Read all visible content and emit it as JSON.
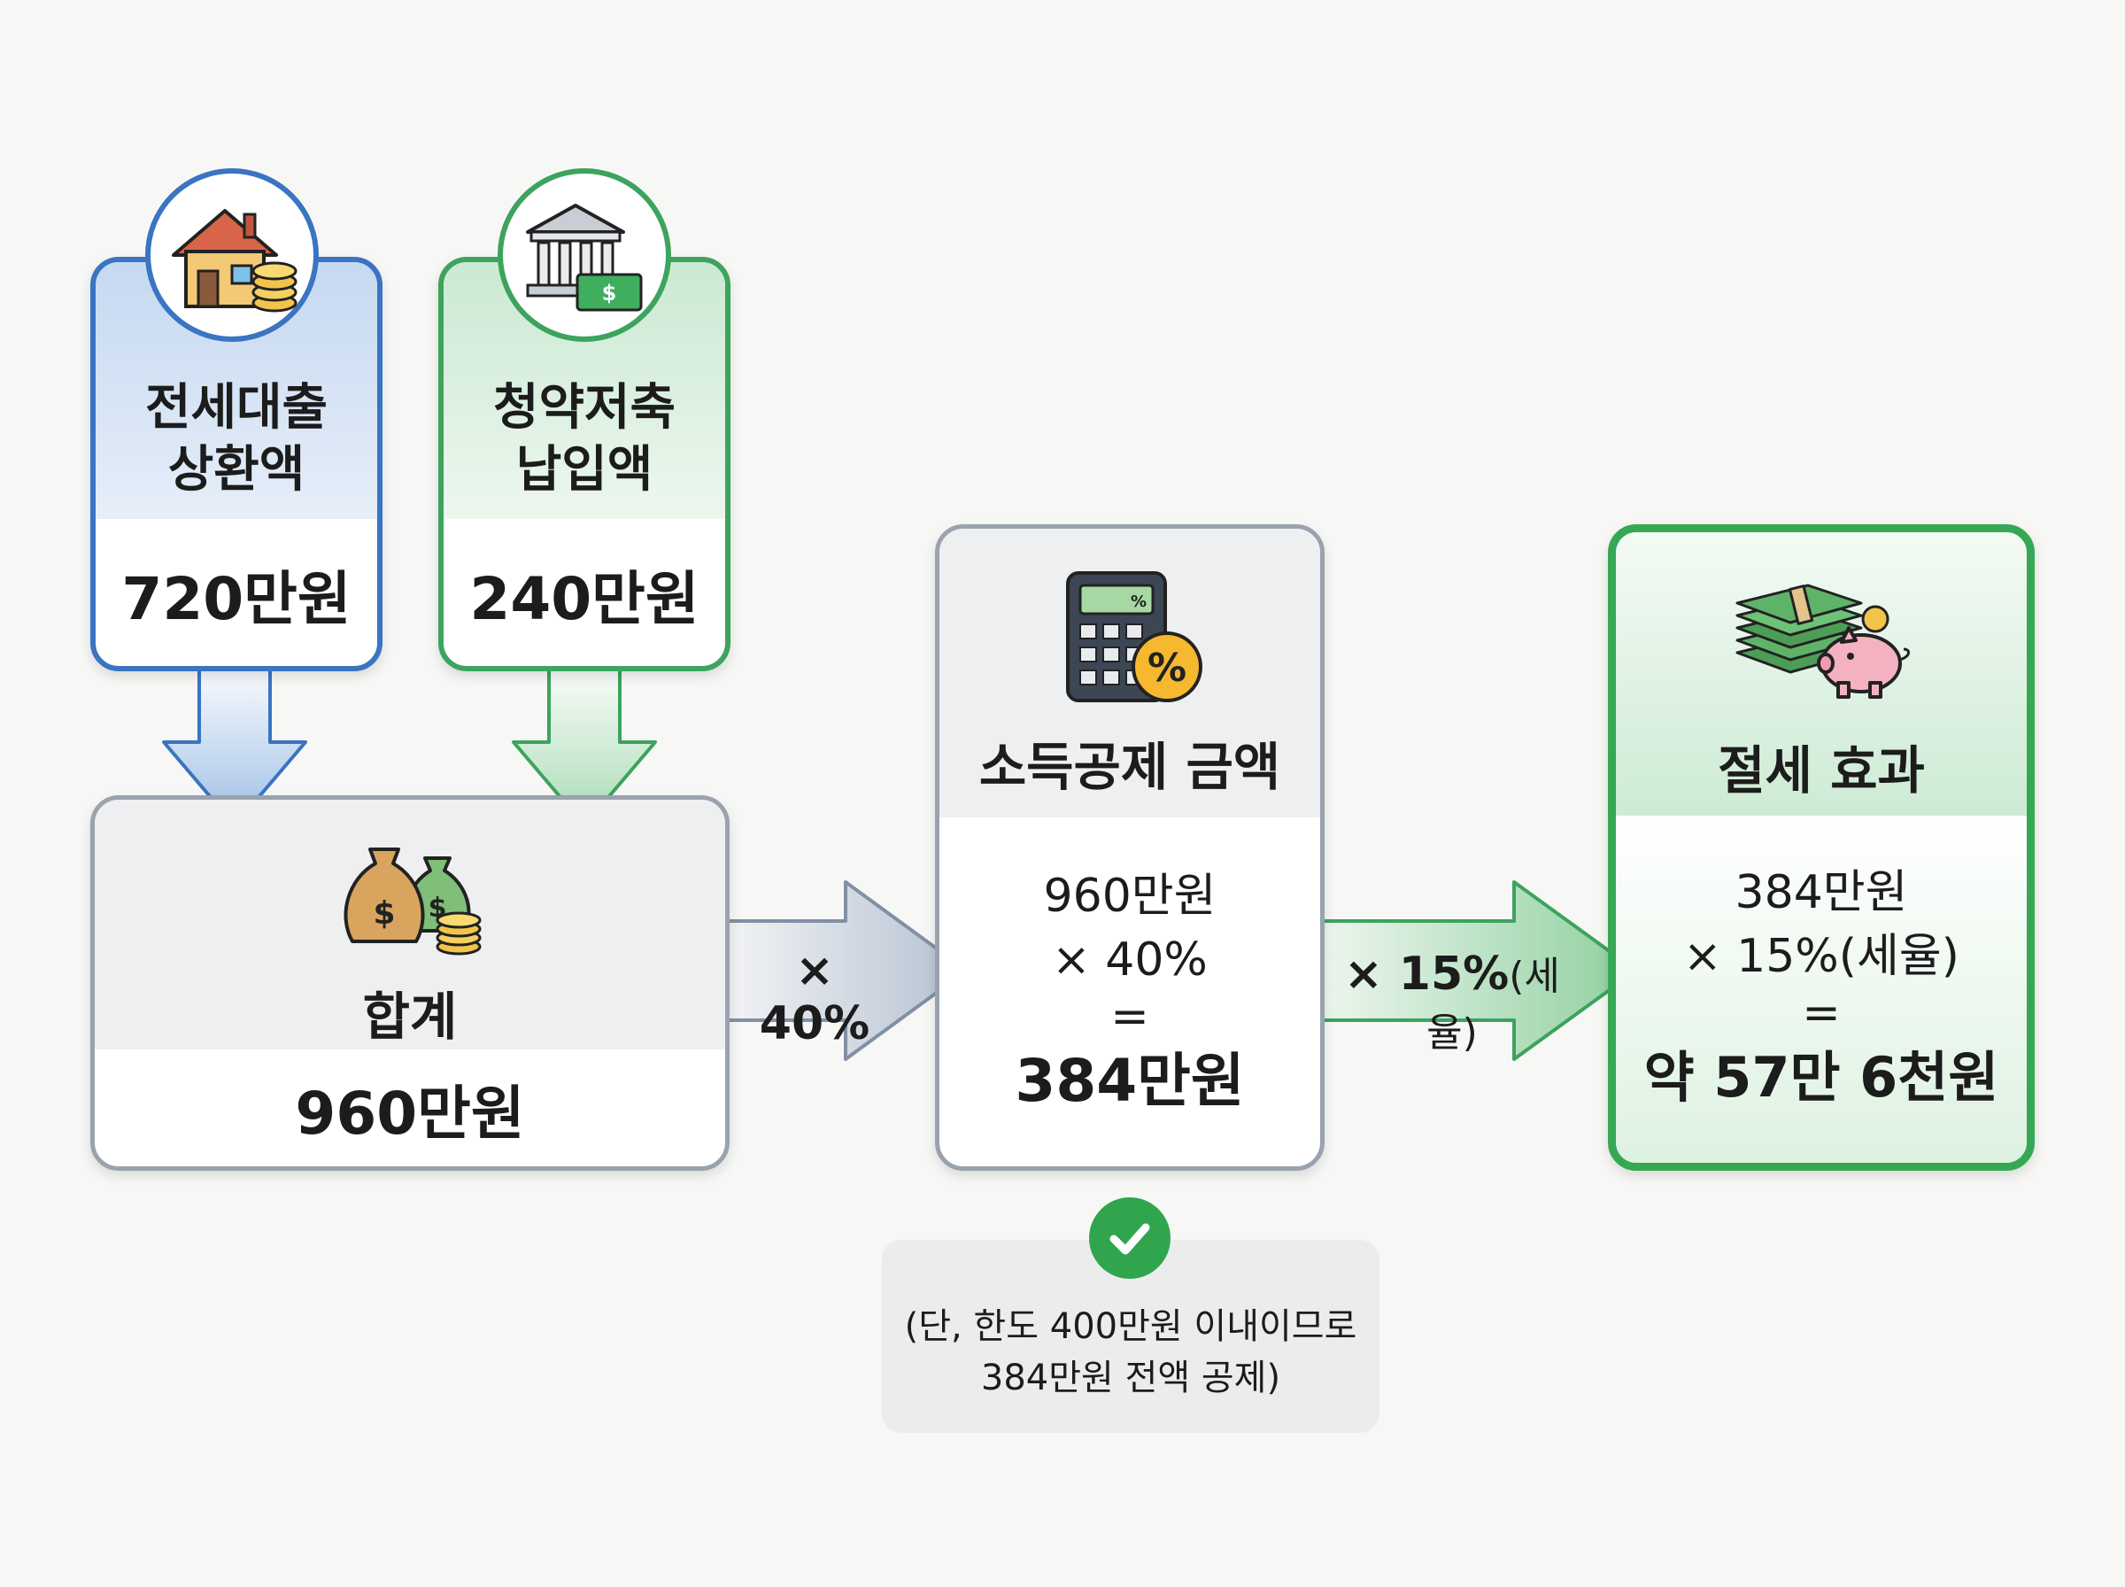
{
  "inputs": {
    "jeonse": {
      "title_line1": "전세대출",
      "title_line2": "상환액",
      "amount": "720만원",
      "icon": "house-coins-icon"
    },
    "savings": {
      "title_line1": "청약저축",
      "title_line2": "납입액",
      "amount": "240만원",
      "icon": "bank-cash-icon"
    }
  },
  "sum": {
    "title": "합계",
    "amount": "960만원",
    "icon": "money-bags-icon"
  },
  "arrow1": {
    "label": "× 40%"
  },
  "deduction": {
    "title": "소득공제 금액",
    "line1": "960만원",
    "line2": "× 40%",
    "equals": "=",
    "result": "384만원",
    "icon": "calculator-percent-icon"
  },
  "arrow2": {
    "label_main": "× 15%",
    "label_sub": "(세율)"
  },
  "saving": {
    "title": "절세 효과",
    "line1": "384만원",
    "line2": "× 15%(세율)",
    "equals": "=",
    "result": "약 57만 6천원",
    "icon": "cash-piggy-bank-icon"
  },
  "note": {
    "line1": "(단, 한도 400만원 이내이므로",
    "line2": "384만원 전액 공제)",
    "icon": "check-circle-icon"
  },
  "colors": {
    "blue": "#3a74c2",
    "green": "#3da35d",
    "gray_border": "#9aa2ae",
    "green_bright": "#36a854"
  }
}
